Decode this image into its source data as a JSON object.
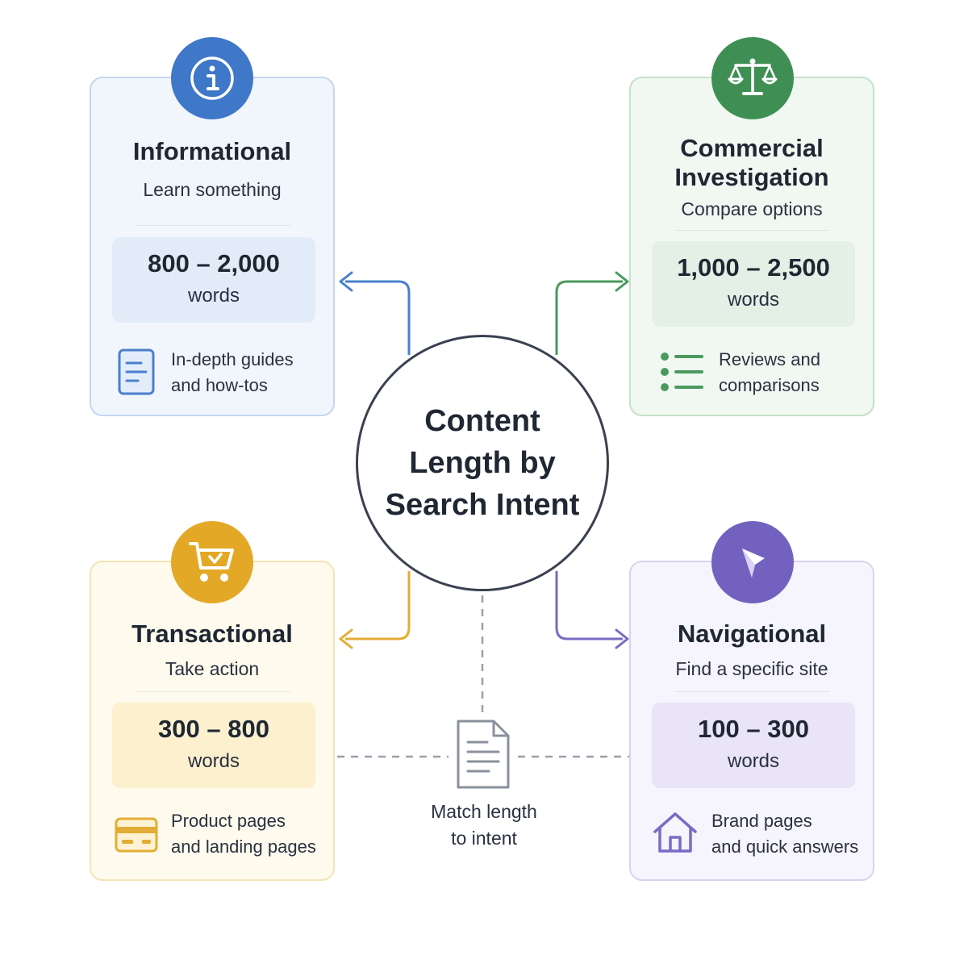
{
  "center": {
    "line1": "Content",
    "line2": "Length by",
    "line3": "Search Intent"
  },
  "colors": {
    "blue": "#3f77c9",
    "green": "#3f8f55",
    "yellow": "#e3a826",
    "purple": "#7261bf",
    "connector_gray": "#9aa1ab"
  },
  "cards": {
    "informational": {
      "icon": "info-icon",
      "title": "Informational",
      "subtitle": "Learn something",
      "range": "800 – 2,000",
      "unit": "words",
      "example_icon": "document-icon",
      "example_line1": "In-depth guides",
      "example_line2": "and how-tos"
    },
    "commercial": {
      "icon": "scales-icon",
      "title_line1": "Commercial",
      "title_line2": "Investigation",
      "subtitle": "Compare options",
      "range": "1,000 – 2,500",
      "unit": "words",
      "example_icon": "list-icon",
      "example_line1": "Reviews and",
      "example_line2": "comparisons"
    },
    "transactional": {
      "icon": "cart-icon",
      "title": "Transactional",
      "subtitle": "Take action",
      "range": "300 – 800",
      "unit": "words",
      "example_icon": "credit-card-icon",
      "example_line1": "Product pages",
      "example_line2": "and landing pages"
    },
    "navigational": {
      "icon": "compass-arrow-icon",
      "title": "Navigational",
      "subtitle": "Find a specific site",
      "range": "100 – 300",
      "unit": "words",
      "example_icon": "home-icon",
      "example_line1": "Brand pages",
      "example_line2": "and quick answers"
    }
  },
  "note": {
    "icon": "document-icon",
    "line1": "Match length",
    "line2": "to intent"
  }
}
